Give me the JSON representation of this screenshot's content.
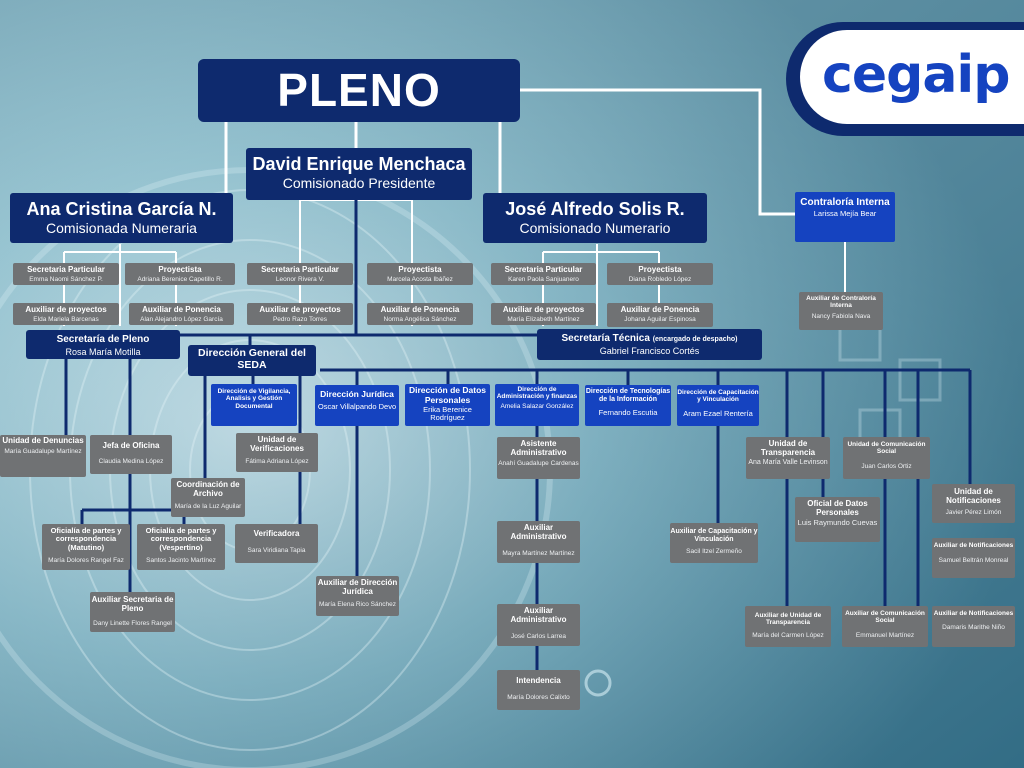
{
  "logo": {
    "text": "cegaip"
  },
  "colors": {
    "navy": "#0e2a6e",
    "blue": "#1543c0",
    "gray": "#707274",
    "line": "#0e2a6e",
    "connector": "#ffffff"
  },
  "pleno": "PLENO",
  "presidente": {
    "name": "David Enrique Menchaca",
    "role": "Comisionado Presidente"
  },
  "comisionada": {
    "name": "Ana Cristina García N.",
    "role": "Comisionada Numeraria"
  },
  "comisionado": {
    "name": "José Alfredo Solis R.",
    "role": "Comisionado Numerario"
  },
  "contraloria": {
    "title": "Contraloría Interna",
    "name": "Larissa Mejía Bear"
  },
  "aux_contraloria": {
    "title": "Auxiliar de Contraloría Interna",
    "name": "Nancy Fabiola Nava"
  },
  "ponencias": {
    "ana": {
      "secretaria": {
        "title": "Secretaria Particular",
        "name": "Emma Naomi Sánchez P."
      },
      "proyectista": {
        "title": "Proyectista",
        "name": "Adriana Berenice Capetillo R."
      },
      "aux_proyectos": {
        "title": "Auxiliar de proyectos",
        "name": "Elda Mariela Barcenas"
      },
      "aux_ponencia": {
        "title": "Auxiliar de Ponencia",
        "name": "Alan Alejandro López García"
      }
    },
    "david": {
      "secretaria": {
        "title": "Secretaria Particular",
        "name": "Leonor Rivera V."
      },
      "proyectista": {
        "title": "Proyectista",
        "name": "Marcela Acosta Ibáñez"
      },
      "aux_proyectos": {
        "title": "Auxiliar de proyectos",
        "name": "Pedro Razo Torres"
      },
      "aux_ponencia": {
        "title": "Auxiliar de Ponencia",
        "name": "Norma Angélica Sánchez"
      }
    },
    "jose": {
      "secretaria": {
        "title": "Secretaria Particular",
        "name": "Karen Paola Sanjuanero"
      },
      "proyectista": {
        "title": "Proyectista",
        "name": "Diana Robledo López"
      },
      "aux_proyectos": {
        "title": "Auxiliar de proyectos",
        "name": "María Elizabeth Martínez"
      },
      "aux_ponencia": {
        "title": "Auxiliar de Ponencia",
        "name": "Johana Aguilar Espinosa"
      }
    }
  },
  "secretaria_pleno": {
    "title": "Secretaría de Pleno",
    "name": "Rosa María Motilla"
  },
  "seda": {
    "title": "Dirección General del SEDA"
  },
  "secretaria_tecnica": {
    "title": "Secretaría Técnica",
    "suffix": "(encargado de despacho)",
    "name": "Gabriel Francisco Cortés"
  },
  "pleno_units": {
    "denuncias": {
      "title": "Unidad de Denuncias",
      "name": "María Guadalupe Martínez"
    },
    "jefa_oficina": {
      "title": "Jefa de Oficina",
      "name": "Claudia Medina López"
    },
    "oficialia_mat": {
      "title": "Oficialía de partes y correspondencia (Matutino)",
      "name": "María Dolores Rangel Faz"
    },
    "oficialia_vesp": {
      "title": "Oficialía de partes y correspondencia (Vespertino)",
      "name": "Santos Jacinto Martínez"
    },
    "aux_sec_pleno": {
      "title": "Auxiliar Secretaria de Pleno",
      "name": "Dany Linette Flores Rangel"
    }
  },
  "seda_units": {
    "vigilancia": {
      "title": "Dirección de Vigilancia, Analisis y Gestión Documental"
    },
    "verificaciones": {
      "title": "Unidad de Verificaciones",
      "name": "Fátima Adriana López"
    },
    "coordinacion": {
      "title": "Coordinación de Archivo",
      "name": "María de la Luz Aguilar"
    },
    "verificadora": {
      "title": "Verificadora",
      "name": "Sara Viridiana Tapia"
    }
  },
  "direcciones": {
    "juridica": {
      "title": "Dirección Jurídica",
      "name": "Oscar Villalpando Devo"
    },
    "datos": {
      "title": "Dirección de Datos Personales",
      "name": "Erika Berenice Rodríguez"
    },
    "administracion": {
      "title": "Dirección de Administración y finanzas",
      "name": "Amelia Salazar González"
    },
    "tecnologias": {
      "title": "Dirección de Tecnologías de la Información",
      "name": "Fernando Escutia"
    },
    "capacitacion": {
      "title": "Dirección de Capacitación y Vinculación",
      "name": "Aram Ezael Rentería"
    }
  },
  "st_units": {
    "aux_juridica": {
      "title": "Auxiliar de Dirección Jurídica",
      "name": "María Elena Rico Sánchez"
    },
    "asistente_admin": {
      "title": "Asistente Administrativo",
      "name": "Anahí Guadalupe Cardenas"
    },
    "aux_admin1": {
      "title": "Auxiliar Administrativo",
      "name": "Mayra Martínez Martínez"
    },
    "aux_admin2": {
      "title": "Auxiliar Administrativo",
      "name": "José Carlos Larrea"
    },
    "intendencia": {
      "title": "Intendencia",
      "name": "María Dolores Calixto"
    },
    "aux_capacitacion": {
      "title": "Auxiliar de Capacitación y Vinculación",
      "name": "Sacil Itzel Zermeño"
    },
    "transparencia": {
      "title": "Unidad de Transparencia",
      "name": "Ana María Valle Levinson"
    },
    "oficial_datos": {
      "title": "Oficial de Datos Personales",
      "name": "Luis Raymundo Cuevas"
    },
    "aux_transparencia": {
      "title": "Auxiliar de Unidad de Transparencia",
      "name": "María del Carmen López"
    },
    "comunicacion": {
      "title": "Unidad de Comunicación Social",
      "name": "Juan Carlos Ortiz"
    },
    "aux_comunicacion": {
      "title": "Auxiliar de Comunicación Social",
      "name": "Emmanuel Martínez"
    },
    "notificaciones": {
      "title": "Unidad de Notificaciones",
      "name": "Javier Pérez Limón"
    },
    "aux_notif1": {
      "title": "Auxiliar de Notificaciones",
      "name": "Samuel Beltrán Monreal"
    },
    "aux_notif2": {
      "title": "Auxiliar de Notificaciones",
      "name": "Damaris Marithe Niño"
    }
  }
}
